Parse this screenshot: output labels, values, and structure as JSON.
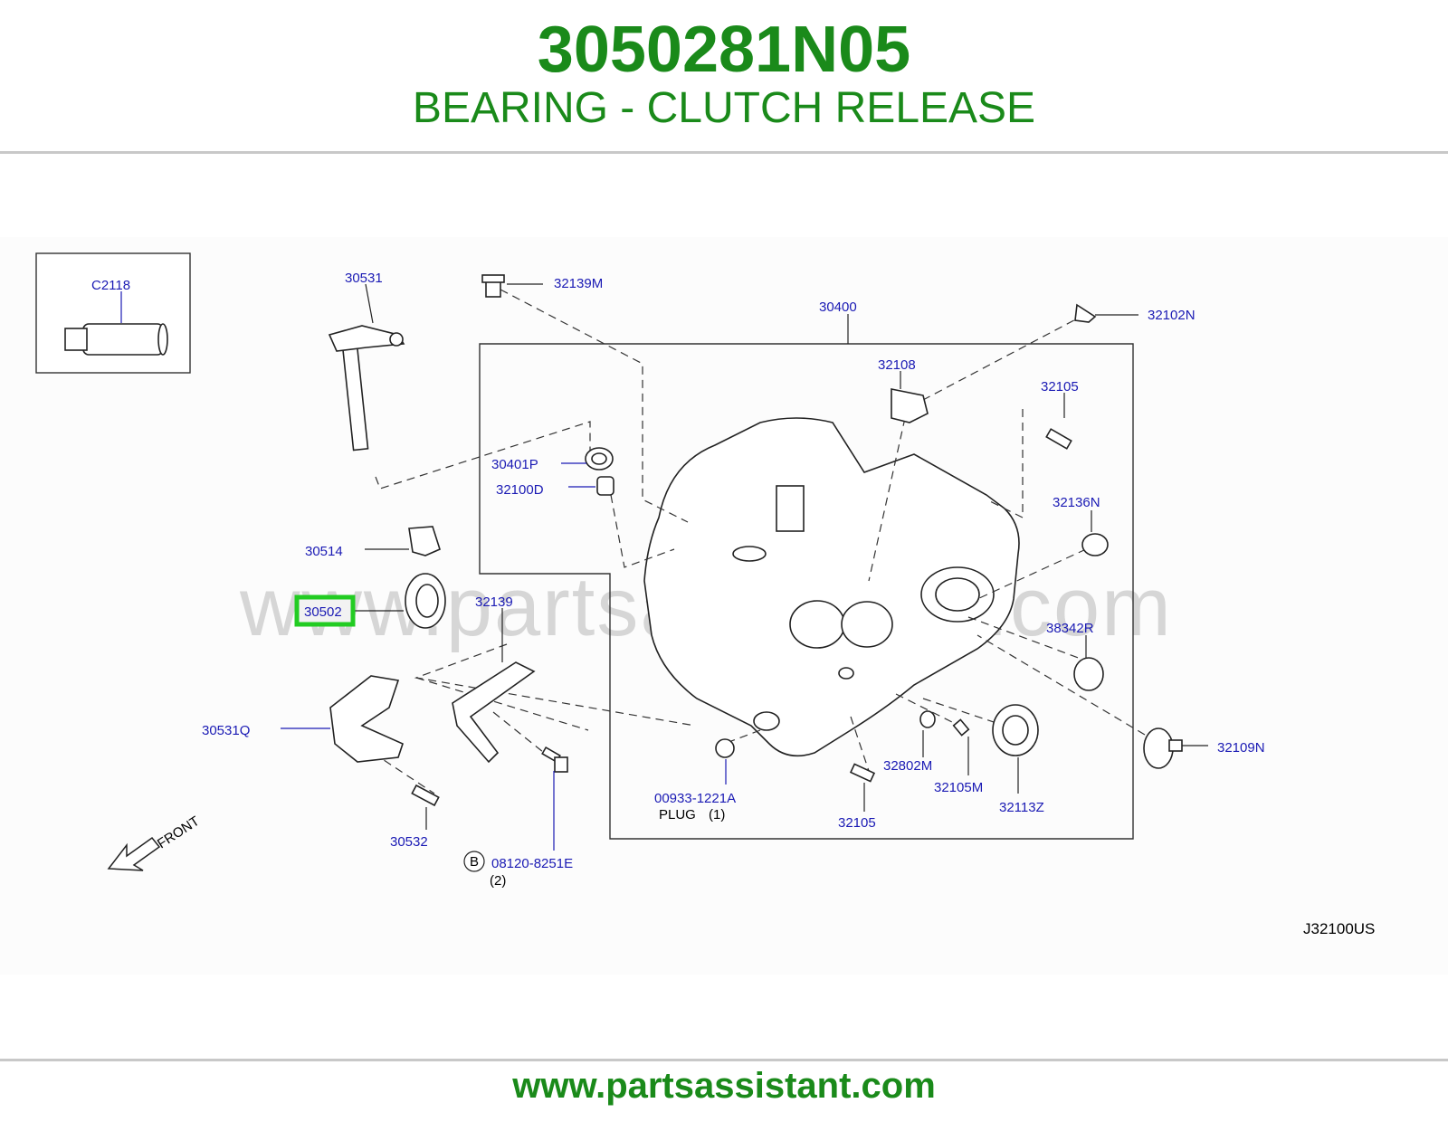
{
  "header": {
    "part_number": "3050281N05",
    "part_name": "BEARING - CLUTCH RELEASE"
  },
  "footer": {
    "url": "www.partsassistant.com"
  },
  "watermark": "www.partsassistant.com",
  "highlight_color": "#22cc22",
  "diagram": {
    "code": "J32100US",
    "front_label": "FRONT",
    "labels": {
      "c2118": "C2118",
      "p30531": "30531",
      "p32139m": "32139M",
      "p30400": "30400",
      "p32102n": "32102N",
      "p32108": "32108",
      "p32105a": "32105",
      "p30401p": "30401P",
      "p32100d": "32100D",
      "p32136n": "32136N",
      "p30514": "30514",
      "p30502": "30502",
      "p32139": "32139",
      "p38342r": "38342R",
      "p30531q": "30531Q",
      "p32109n": "32109N",
      "p32802m": "32802M",
      "p00933": "00933-1221A",
      "plug": "PLUG",
      "plug_qty": "(1)",
      "p32105m": "32105M",
      "p32113z": "32113Z",
      "p32105b": "32105",
      "p30532": "30532",
      "bolt_ref": "B",
      "p08120": "08120-8251E",
      "bolt_qty": "(2)"
    }
  }
}
